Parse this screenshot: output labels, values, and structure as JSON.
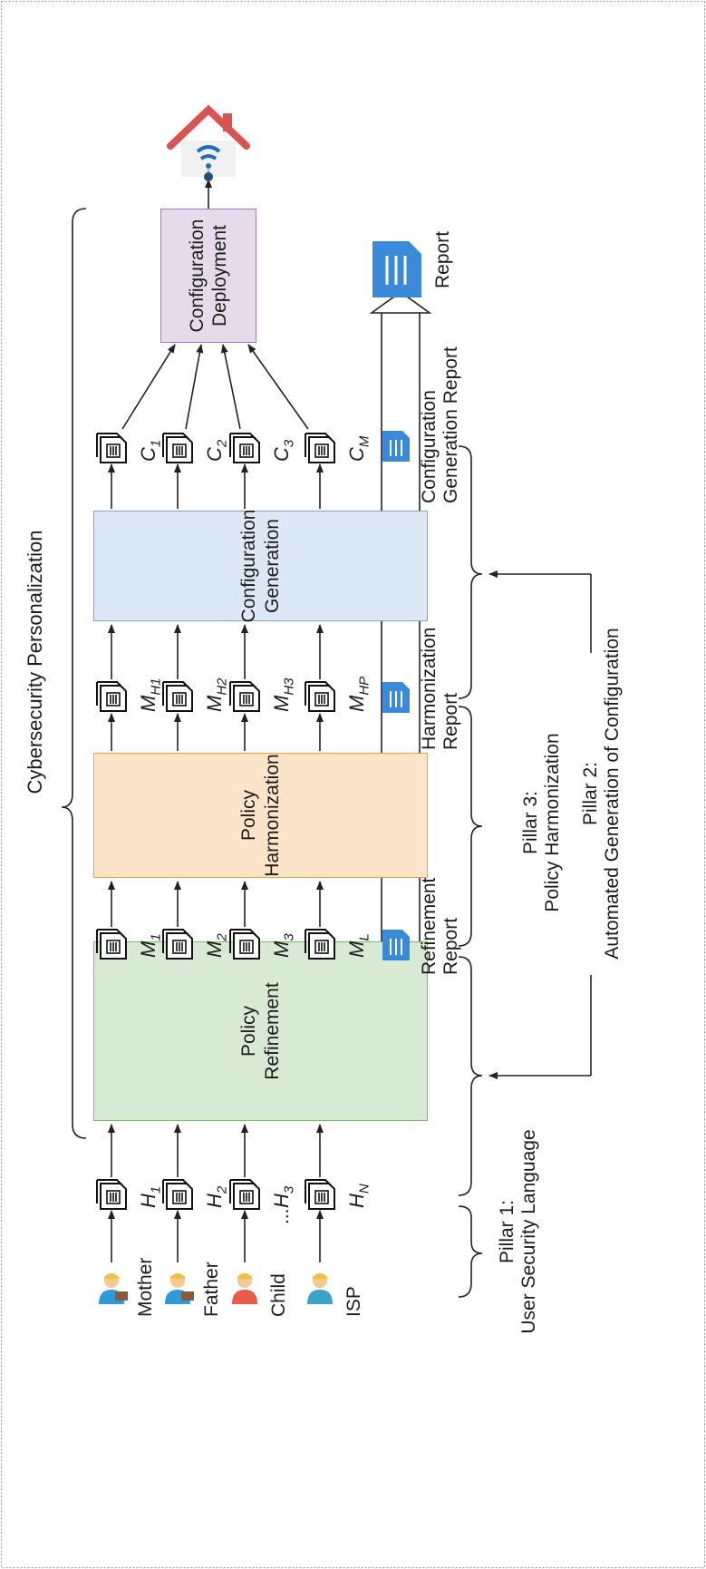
{
  "title": "Cybersecurity Personalization",
  "actors": [
    {
      "label": "Mother"
    },
    {
      "label": "Father"
    },
    {
      "label": "Child"
    },
    {
      "label": "ISP"
    }
  ],
  "ellipsis": "...",
  "user_policies": [
    {
      "sym": "H",
      "sub": "1"
    },
    {
      "sym": "H",
      "sub": "2"
    },
    {
      "sym": "H",
      "sub": "3"
    },
    {
      "sym": "H",
      "sub": "N"
    }
  ],
  "stages": {
    "refinement": {
      "label": "Policy\nRefinement",
      "fill": "#d8ead3",
      "stroke": "#7fb86c"
    },
    "harmonization": {
      "label": "Policy\nHarmonization",
      "fill": "#fce4c8",
      "stroke": "#e9a33a"
    },
    "generation": {
      "label": "Configuration\nGeneration",
      "fill": "#dce8f6",
      "stroke": "#7ea3cf"
    },
    "deployment": {
      "label": "Configuration\nDeployment",
      "fill": "#e6dbea",
      "stroke": "#a67bb3"
    }
  },
  "refined_policies": [
    {
      "sym": "M",
      "sub": "1"
    },
    {
      "sym": "M",
      "sub": "2"
    },
    {
      "sym": "M",
      "sub": "3"
    },
    {
      "sym": "M",
      "sub": "L"
    }
  ],
  "harmonized_policies": [
    {
      "sym": "M",
      "sub": "H1"
    },
    {
      "sym": "M",
      "sub": "H2"
    },
    {
      "sym": "M",
      "sub": "H3"
    },
    {
      "sym": "M",
      "sub": "HP"
    }
  ],
  "configurations": [
    {
      "sym": "C",
      "sub": "1"
    },
    {
      "sym": "C",
      "sub": "2"
    },
    {
      "sym": "C",
      "sub": "3"
    },
    {
      "sym": "C",
      "sub": "M"
    }
  ],
  "reports": {
    "refinement": "Refinement\nReport",
    "harmonization": "Harmonization\nReport",
    "generation": "Configuration\nGeneration Report",
    "final": "Report"
  },
  "pillars": [
    {
      "label": "Pillar 1:\nUser Security Language"
    },
    {
      "label": "Pillar 2:\nAutomated Generation of Configuration"
    },
    {
      "label": "Pillar 3:\nPolicy Harmonization"
    }
  ],
  "colors": {
    "report_icon": "#3b8ad9",
    "line": "#222222",
    "home_roof": "#d9534f",
    "home_signal": "#1e6fb3"
  },
  "icons": [
    "document-icon",
    "report-icon",
    "smart-home-icon",
    "person-icon"
  ]
}
